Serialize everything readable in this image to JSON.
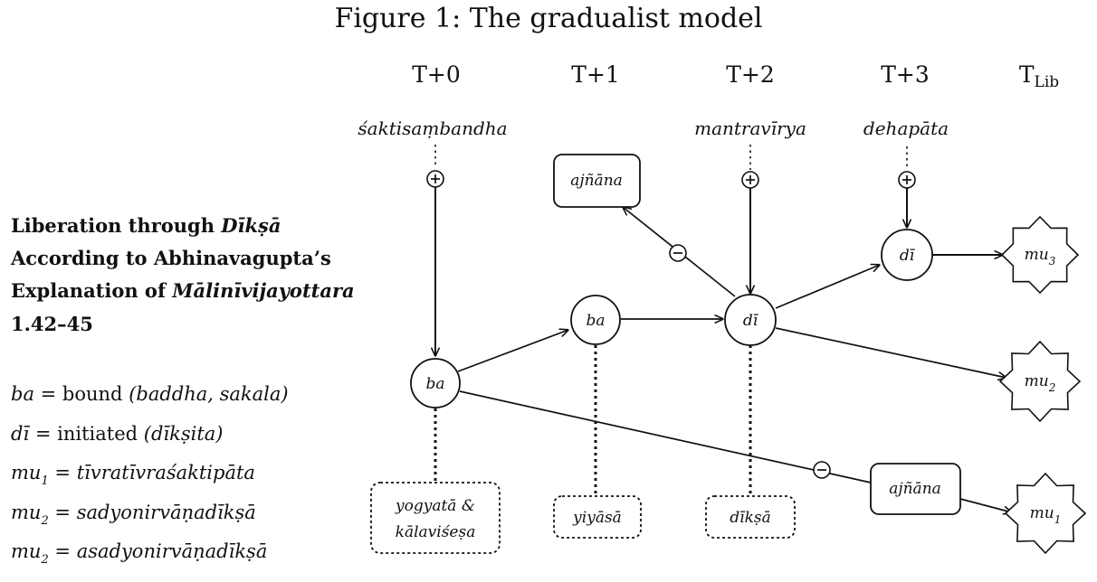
{
  "figure_title": "Figure 1: The gradualist model",
  "time_headers": [
    {
      "base": "T+0",
      "sub": ""
    },
    {
      "base": "T+1",
      "sub": ""
    },
    {
      "base": "T+2",
      "sub": ""
    },
    {
      "base": "T+3",
      "sub": ""
    },
    {
      "base": "T",
      "sub": "Lib"
    }
  ],
  "inputs": {
    "shaktisambandha": "śaktisaṃbandha",
    "mantravirya": "mantravīrya",
    "dehapata": "dehapāta"
  },
  "operators": {
    "plus": "⊕",
    "minus": "⊖"
  },
  "nodes": {
    "ba_t0": "ba",
    "ba_t1": "ba",
    "di_t2": "dī",
    "di_t3": "dī",
    "ajnana_top": "ajñāna",
    "ajnana_bottom": "ajñāna",
    "mu3": {
      "base": "mu",
      "sub": "3"
    },
    "mu2": {
      "base": "mu",
      "sub": "2"
    },
    "mu1": {
      "base": "mu",
      "sub": "1"
    }
  },
  "conditions": {
    "yogyata_line1": "yogyatā &",
    "yogyata_line2": "kālaviśeṣa",
    "yiyasa": "yiyāsā",
    "diksa": "dīkṣā"
  },
  "legend": {
    "heading": [
      {
        "plain": "Liberation through ",
        "italic": "Dīkṣā"
      },
      {
        "plain": "According to Abhinavagupta’s",
        "italic": ""
      },
      {
        "plain": "Explanation of ",
        "italic": "Mālinīvijayottara"
      },
      {
        "plain": "1.42–45",
        "italic": ""
      }
    ],
    "entries": [
      {
        "term": "ba",
        "sub": "",
        "plain": "bound",
        "gloss": "(baddha, sakala)"
      },
      {
        "term": "dī",
        "sub": "",
        "plain": "initiated",
        "gloss": "(dīkṣita)"
      },
      {
        "term": "mu",
        "sub": "1",
        "plain": "",
        "gloss": "tīvratīvraśaktipāta"
      },
      {
        "term": "mu",
        "sub": "2",
        "plain": "",
        "gloss": "sadyonirvāṇadīkṣā"
      },
      {
        "term": "mu",
        "sub": "2",
        "plain": "",
        "gloss": "asadyonirvāṇadīkṣā"
      }
    ]
  }
}
